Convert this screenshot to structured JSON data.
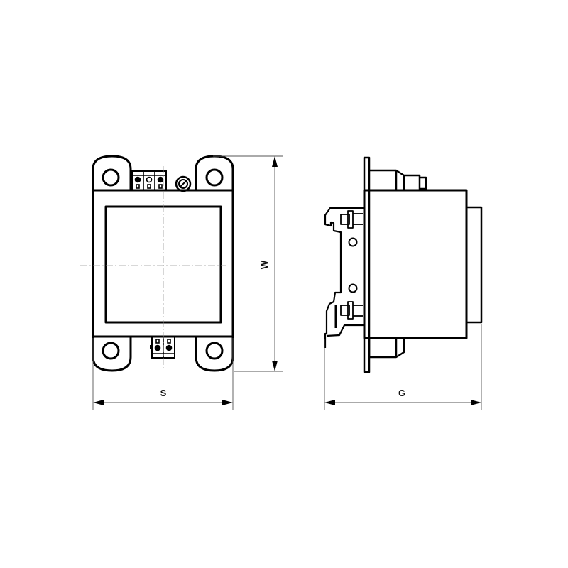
{
  "diagram": {
    "type": "technical-drawing",
    "subject": "panel-mount transformer with DIN-rail clip",
    "views": [
      {
        "id": "front-view",
        "features": [
          "body",
          "core-window",
          "mounting-ears-4",
          "terminal-block-top-3",
          "terminal-block-bottom-2",
          "slotted-screw",
          "center-lines"
        ]
      },
      {
        "id": "side-view",
        "features": [
          "body",
          "mounting-plate",
          "din-rail-clip",
          "terminal-block-top",
          "terminal-block-bottom",
          "rear-plate"
        ]
      }
    ],
    "dimensions": {
      "width_label": "S",
      "height_label": "W",
      "depth_label": "G"
    },
    "colors": {
      "line": "#000000",
      "dimension_line": "#555555",
      "center_line": "#888888",
      "background": "#ffffff"
    }
  }
}
